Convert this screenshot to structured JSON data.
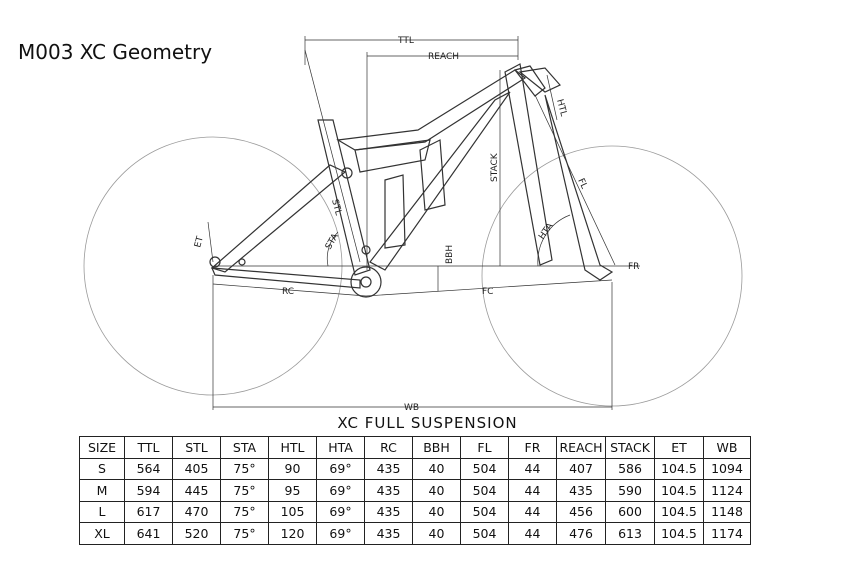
{
  "title": "M003 XC Geometry",
  "diagram_labels": {
    "ttl": "TTL",
    "reach": "REACH",
    "htl": "HTL",
    "stack": "STACK",
    "stl": "STL",
    "sta": "STA",
    "et": "ET",
    "bbh": "BBH",
    "hta": "HTA",
    "fl": "FL",
    "fr": "FR",
    "rc": "RC",
    "fc": "FC",
    "wb": "WB"
  },
  "table": {
    "title": "XC FULL SUSPENSION",
    "headers": [
      "SIZE",
      "TTL",
      "STL",
      "STA",
      "HTL",
      "HTA",
      "RC",
      "BBH",
      "FL",
      "FR",
      "REACH",
      "STACK",
      "ET",
      "WB"
    ],
    "rows": [
      [
        "S",
        "564",
        "405",
        "75°",
        "90",
        "69°",
        "435",
        "40",
        "504",
        "44",
        "407",
        "586",
        "104.5",
        "1094"
      ],
      [
        "M",
        "594",
        "445",
        "75°",
        "95",
        "69°",
        "435",
        "40",
        "504",
        "44",
        "435",
        "590",
        "104.5",
        "1124"
      ],
      [
        "L",
        "617",
        "470",
        "75°",
        "105",
        "69°",
        "435",
        "40",
        "504",
        "44",
        "456",
        "600",
        "104.5",
        "1148"
      ],
      [
        "XL",
        "641",
        "520",
        "75°",
        "120",
        "69°",
        "435",
        "40",
        "504",
        "44",
        "476",
        "613",
        "104.5",
        "1174"
      ]
    ]
  }
}
